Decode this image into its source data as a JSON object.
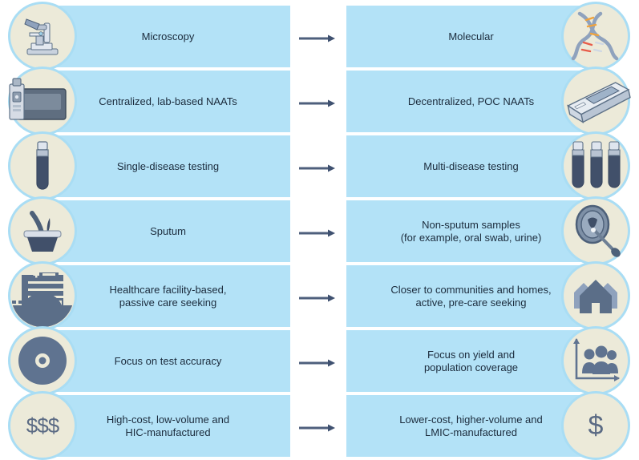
{
  "diagram": {
    "type": "transition-flow",
    "title_present": false,
    "colors": {
      "bar_fill": "#b3e2f7",
      "badge_fill": "#ecead9",
      "badge_ring": "#a9ddf4",
      "text": "#1b2b3c",
      "arrow": "#4e5f7c",
      "icon_dark": "#4d6079",
      "icon_mid": "#8fa2bd",
      "icon_light": "#dde4ee",
      "background": "#ffffff"
    },
    "columns": {
      "left_label": "current",
      "right_label": "future"
    },
    "rows": [
      {
        "left": {
          "text": "Microscopy",
          "icon": "microscope-icon"
        },
        "right": {
          "text": "Molecular",
          "icon": "dna-helix-icon"
        },
        "connector": "arrow-right-icon"
      },
      {
        "left": {
          "text": "Centralized, lab-based NAATs",
          "icon": "lab-analyzer-icon"
        },
        "right": {
          "text": "Decentralized, POC NAATs",
          "icon": "poc-device-icon"
        },
        "connector": "arrow-right-icon"
      },
      {
        "left": {
          "text": "Single-disease testing",
          "icon": "single-test-tube-icon"
        },
        "right": {
          "text": "Multi-disease testing",
          "icon": "multiple-test-tubes-icon"
        },
        "connector": "arrow-right-icon"
      },
      {
        "left": {
          "text": "Sputum",
          "icon": "sputum-cup-icon"
        },
        "right": {
          "text": "Non-sputum samples\n(for example, oral swab, urine)",
          "icon": "oral-swab-icon"
        },
        "connector": "arrow-right-icon"
      },
      {
        "left": {
          "text": "Healthcare facility-based,\npassive care seeking",
          "icon": "hospital-building-icon"
        },
        "right": {
          "text": "Closer to communities and homes,\nactive, pre-care seeking",
          "icon": "houses-icon"
        },
        "connector": "arrow-right-icon"
      },
      {
        "left": {
          "text": "Focus on test accuracy",
          "icon": "target-accuracy-icon"
        },
        "right": {
          "text": "Focus on yield and\npopulation coverage",
          "icon": "population-chart-icon"
        },
        "connector": "arrow-right-icon"
      },
      {
        "left": {
          "text": "High-cost, low-volume and\nHIC-manufactured",
          "icon": "triple-dollar-icon",
          "icon_text": "$$$"
        },
        "right": {
          "text": "Lower-cost, higher-volume and\nLMIC-manufactured",
          "icon": "single-dollar-icon",
          "icon_text": "$"
        },
        "connector": "arrow-right-icon"
      }
    ]
  }
}
